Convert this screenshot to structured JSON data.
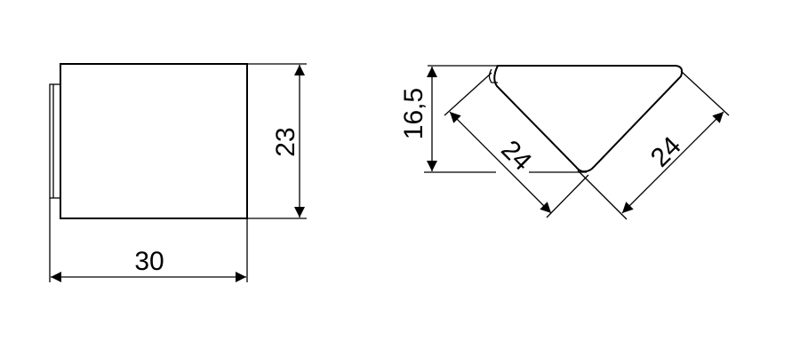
{
  "drawing": {
    "front_view": {
      "width_label": "30",
      "height_label": "23"
    },
    "side_view": {
      "height_label": "16,5",
      "left_side_label": "24",
      "right_side_label": "24"
    }
  }
}
